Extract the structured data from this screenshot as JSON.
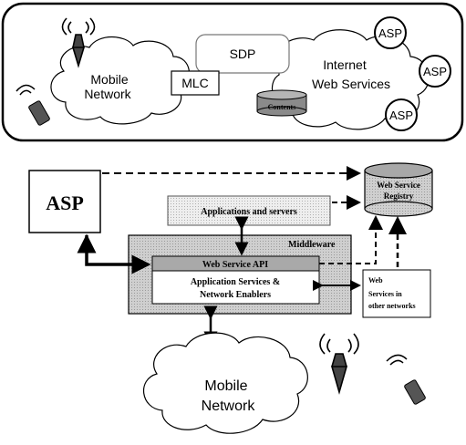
{
  "top_panel": {
    "mobile_network_line1": "Mobile",
    "mobile_network_line2": "Network",
    "sdp_label": "SDP",
    "mlc_label": "MLC",
    "internet_line1": "Internet",
    "internet_line2": "Web Services",
    "contents_label": "Contents",
    "asp_nodes": [
      "ASP",
      "ASP",
      "ASP"
    ]
  },
  "bottom_panel": {
    "asp_box": "ASP",
    "registry_line1": "Web Service",
    "registry_line2": "Registry",
    "apps_servers": "Applications and servers",
    "middleware": "Middleware",
    "ws_api": "Web Service API",
    "app_services_line1": "Application Services &",
    "app_services_line2": "Network Enablers",
    "ws_other_line1": "Web",
    "ws_other_line2": "Services in",
    "ws_other_line3": "other networks",
    "mobile_network_line1": "Mobile",
    "mobile_network_line2": "Network"
  },
  "colors": {
    "stroke": "#000000",
    "middleware_fill": "#c4c4c4",
    "registry_fill": "#bdbdbd",
    "apps_fill": "#e9e9e9",
    "contents_fill": "#8a8a8a"
  }
}
